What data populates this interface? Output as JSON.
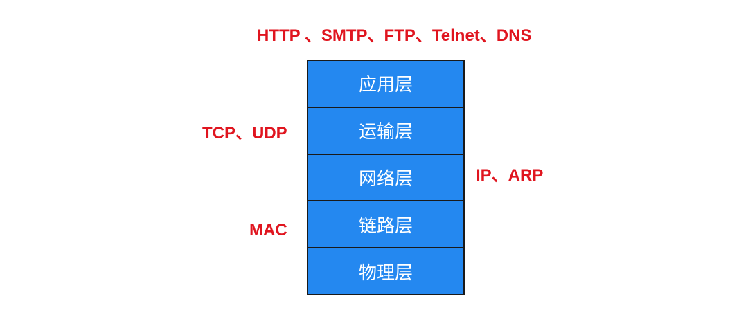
{
  "layers": [
    {
      "name": "应用层"
    },
    {
      "name": "运输层"
    },
    {
      "name": "网络层"
    },
    {
      "name": "链路层"
    },
    {
      "name": "物理层"
    }
  ],
  "protocol_labels": {
    "application": "HTTP 、SMTP、FTP、Telnet、DNS",
    "transport": "TCP、UDP",
    "network": "IP、ARP",
    "link": "MAC"
  },
  "colors": {
    "layer_fill": "#2488F0",
    "layer_text": "#ffffff",
    "protocol_text": "#E0151F",
    "border": "#1a1a1a"
  }
}
